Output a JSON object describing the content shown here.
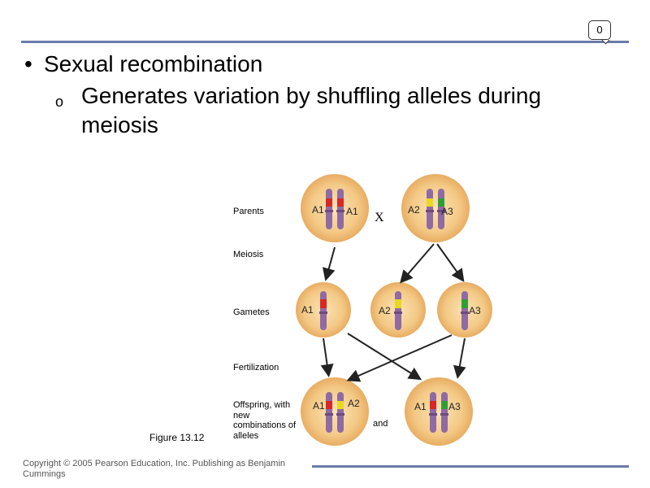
{
  "slide_number": "0",
  "bullets": {
    "main": "Sexual recombination",
    "sub": "Generates variation by shuffling alleles during meiosis",
    "sub_marker": "o"
  },
  "figure": {
    "stage_labels": {
      "parents": "Parents",
      "meiosis": "Meiosis",
      "gametes": "Gametes",
      "fertilization": "Fertilization",
      "offspring": "Offspring, with new combinations of alleles"
    },
    "cross_symbol": "X",
    "and_label": "and",
    "caption": "Figure 13.12",
    "alleles": {
      "p1_left": "A1",
      "p1_right": "A1",
      "p2_left": "A2",
      "p2_right": "A3",
      "g1": "A1",
      "g2": "A2",
      "g3": "A3",
      "o1_left": "A1",
      "o1_right": "A2",
      "o2_left": "A1",
      "o2_right": "A3"
    },
    "colors": {
      "cell_fill": "#f3c986",
      "cell_edge": "#e4a85a",
      "chromosome": "#8f6aa3",
      "allele_a1": "#d62828",
      "allele_a2": "#e8d81f",
      "allele_a3": "#2e9e3a"
    }
  },
  "copyright": "Copyright © 2005 Pearson Education, Inc. Publishing as Benjamin Cummings"
}
